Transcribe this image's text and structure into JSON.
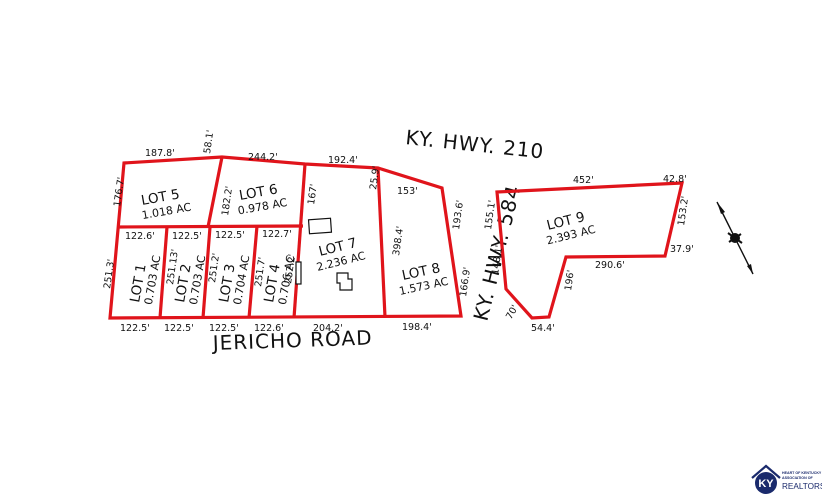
{
  "roads": {
    "hwy210": "KY. HWY. 210",
    "hwy584": "KY. HWY. 584",
    "jericho": "JERICHO ROAD"
  },
  "lots": [
    {
      "name": "LOT 1",
      "acres": "0.703 AC"
    },
    {
      "name": "LOT 2",
      "acres": "0.703 AC"
    },
    {
      "name": "LOT 3",
      "acres": "0.704 AC"
    },
    {
      "name": "LOT 4",
      "acres": "0.706 AC"
    },
    {
      "name": "LOT 5",
      "acres": "1.018 AC"
    },
    {
      "name": "LOT 6",
      "acres": "0.978 AC"
    },
    {
      "name": "LOT 7",
      "acres": "2.236 AC"
    },
    {
      "name": "LOT 8",
      "acres": "1.573 AC"
    },
    {
      "name": "LOT 9",
      "acres": "2.393 AC"
    }
  ],
  "dimensions": {
    "lot5_top": "187.8'",
    "lot5_6_corner": "58.1'",
    "lot6_top": "244.2'",
    "lot7_top": "192.4'",
    "lot5_left": "176.7'",
    "lot6_side": "182.2'",
    "lot7_side": "167'",
    "lot7_right": "25.9'",
    "lot8_top": "153'",
    "lot8_right": "193.6'",
    "lot8_inner": "398.4'",
    "lot8_lower": "166.9'",
    "lot1_top": "122.6'",
    "lot2_top": "122.5'",
    "lot3_top": "122.5'",
    "lot4_top": "122.7'",
    "lot1_left": "251.3'",
    "lot2_side": "251.13'",
    "lot3_side": "251.2'",
    "lot4_side": "251.7'",
    "lot7_inner": "252.2'",
    "bottom_lot1": "122.5'",
    "bottom_lot2": "122.5'",
    "bottom_lot3": "122.5'",
    "bottom_lot4": "122.6'",
    "bottom_lot7": "204.2'",
    "bottom_lot8": "198.4'",
    "lot9_left_upper": "155.1'",
    "lot9_left_lower": "148.1'",
    "lot9_top": "452'",
    "lot9_corner": "42.8'",
    "lot9_right": "153.2'",
    "lot9_right_lower": "37.9'",
    "lot9_inner_bottom": "290.6'",
    "lot9_inner_side": "196'",
    "lot9_bottom": "54.4'",
    "lot9_corner_small": "70'"
  },
  "logo": {
    "letters": "KY",
    "line1": "HEART OF KENTUCKY",
    "line2": "ASSOCIATION OF",
    "brand": "REALTORS"
  },
  "colors": {
    "lot_lines": "#e0141b",
    "logo_blue": "#1a2a6c",
    "logo_red": "#c8102e"
  },
  "icons": [
    "north-arrow-icon",
    "kentucky-realtors-logo"
  ]
}
